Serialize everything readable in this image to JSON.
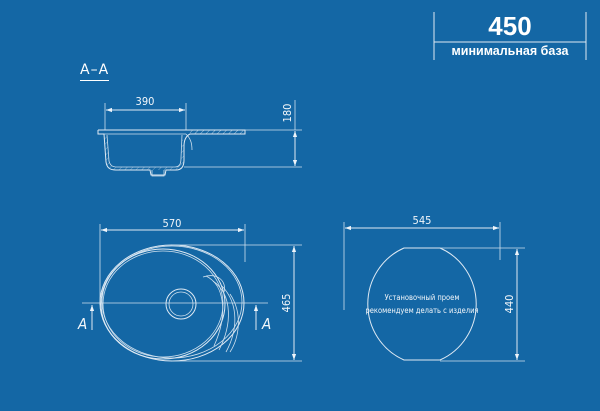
{
  "min_base": {
    "value": "450",
    "label": "минимальная база"
  },
  "section": {
    "title": "А–А",
    "dim_width": "390",
    "dim_height": "180"
  },
  "top_view": {
    "dim_width": "570",
    "dim_height": "465",
    "section_mark_left": "A",
    "section_mark_right": "A"
  },
  "cutout": {
    "dim_width": "545",
    "dim_height": "440",
    "note_line1": "Установочный проем",
    "note_line2": "рекомендуем делать с изделия"
  },
  "colors": {
    "background": "#1467a5",
    "lines": "#dfeaf4"
  }
}
